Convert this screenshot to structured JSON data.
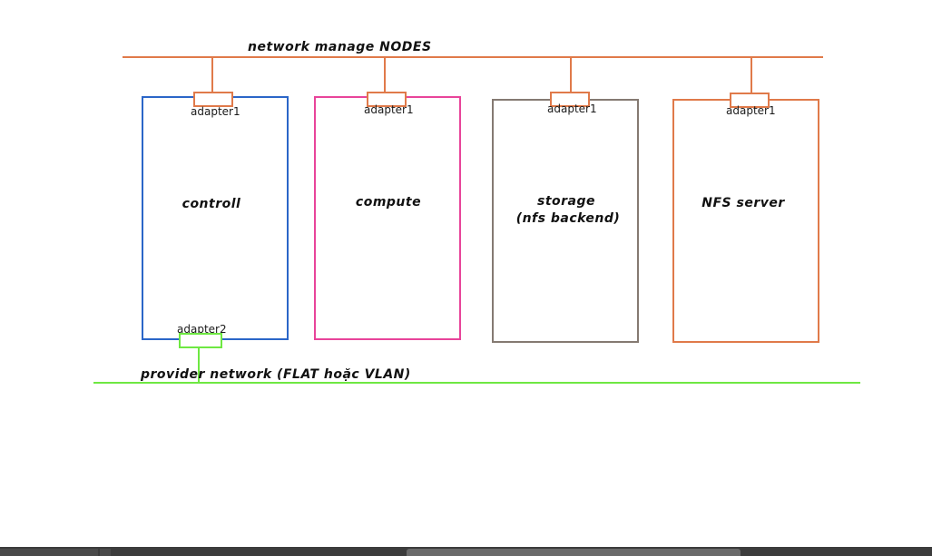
{
  "colors": {
    "manage_network": "#e07a4a",
    "provider_network": "#6ee842",
    "controll_border": "#2b66c8",
    "compute_border": "#e8449a",
    "storage_border": "#857a72",
    "nfs_border": "#e07a4a"
  },
  "networks": {
    "manage": {
      "label": "network manage NODES"
    },
    "provider": {
      "label": "provider network (FLAT hoặc VLAN)"
    }
  },
  "nodes": {
    "controll": {
      "title": "controll",
      "adapter1": "adapter1",
      "adapter2": "adapter2"
    },
    "compute": {
      "title": "compute",
      "adapter1": "adapter1"
    },
    "storage": {
      "title": "storage",
      "subtitle": "(nfs backend)",
      "adapter1": "adapter1"
    },
    "nfs": {
      "title": "NFS server",
      "adapter1": "adapter1"
    }
  }
}
